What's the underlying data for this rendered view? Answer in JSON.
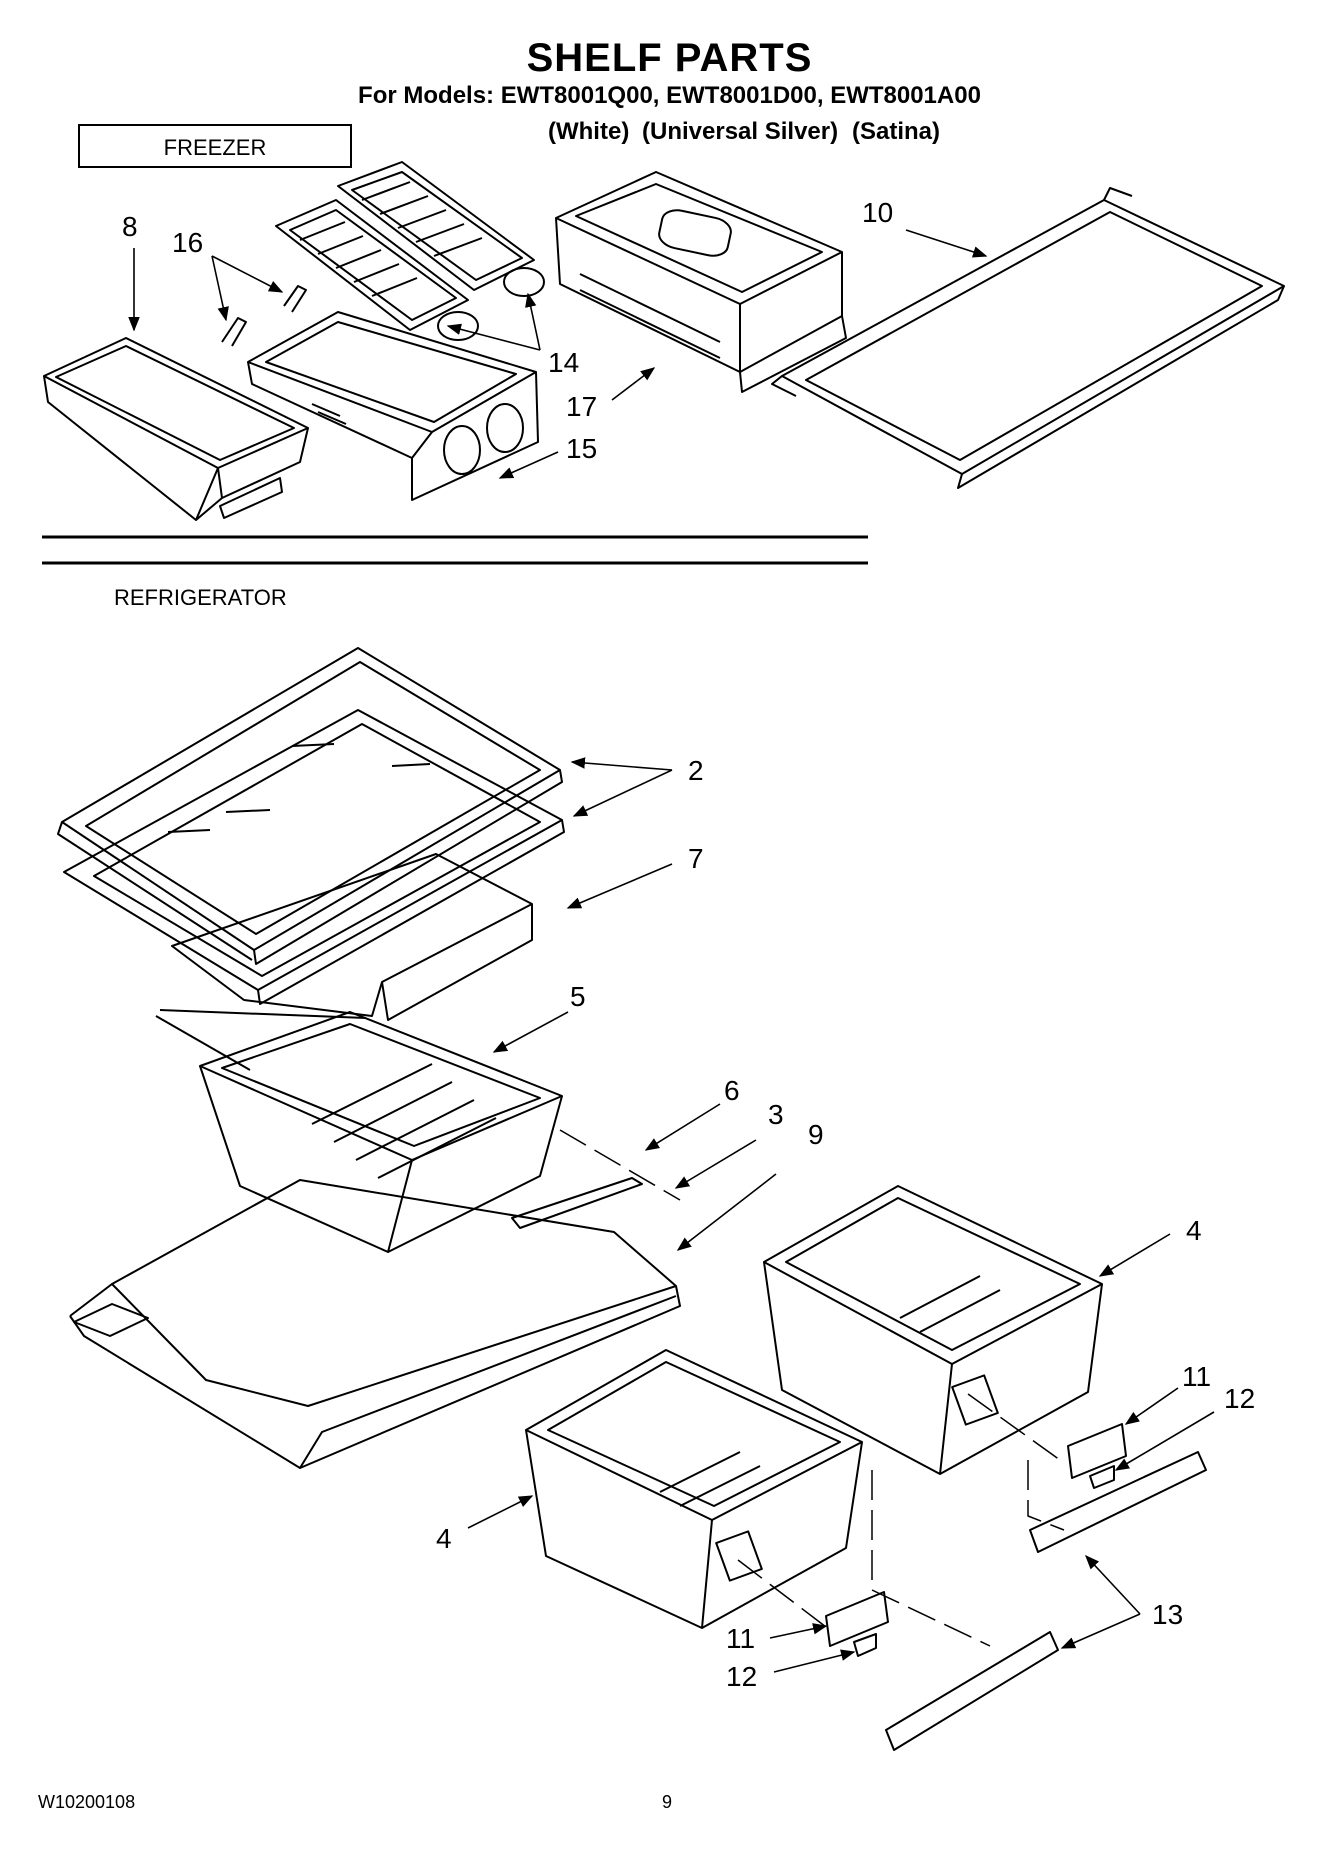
{
  "title": "SHELF PARTS",
  "models_line": "For Models: EWT8001Q00, EWT8001D00, EWT8001A00",
  "variants": [
    "(White)",
    "(Universal Silver)",
    "(Satina)"
  ],
  "sections": {
    "freezer": "FREEZER",
    "refrigerator": "REFRIGERATOR"
  },
  "callouts": {
    "c8": "8",
    "c16": "16",
    "c14": "14",
    "c17": "17",
    "c15": "15",
    "c10": "10",
    "c2": "2",
    "c7": "7",
    "c5": "5",
    "c6": "6",
    "c3": "3",
    "c9": "9",
    "c4a": "4",
    "c4b": "4",
    "c11a": "11",
    "c12a": "12",
    "c11b": "11",
    "c12b": "12",
    "c13": "13"
  },
  "footer": {
    "doc_number": "W10200108",
    "page": "9"
  }
}
